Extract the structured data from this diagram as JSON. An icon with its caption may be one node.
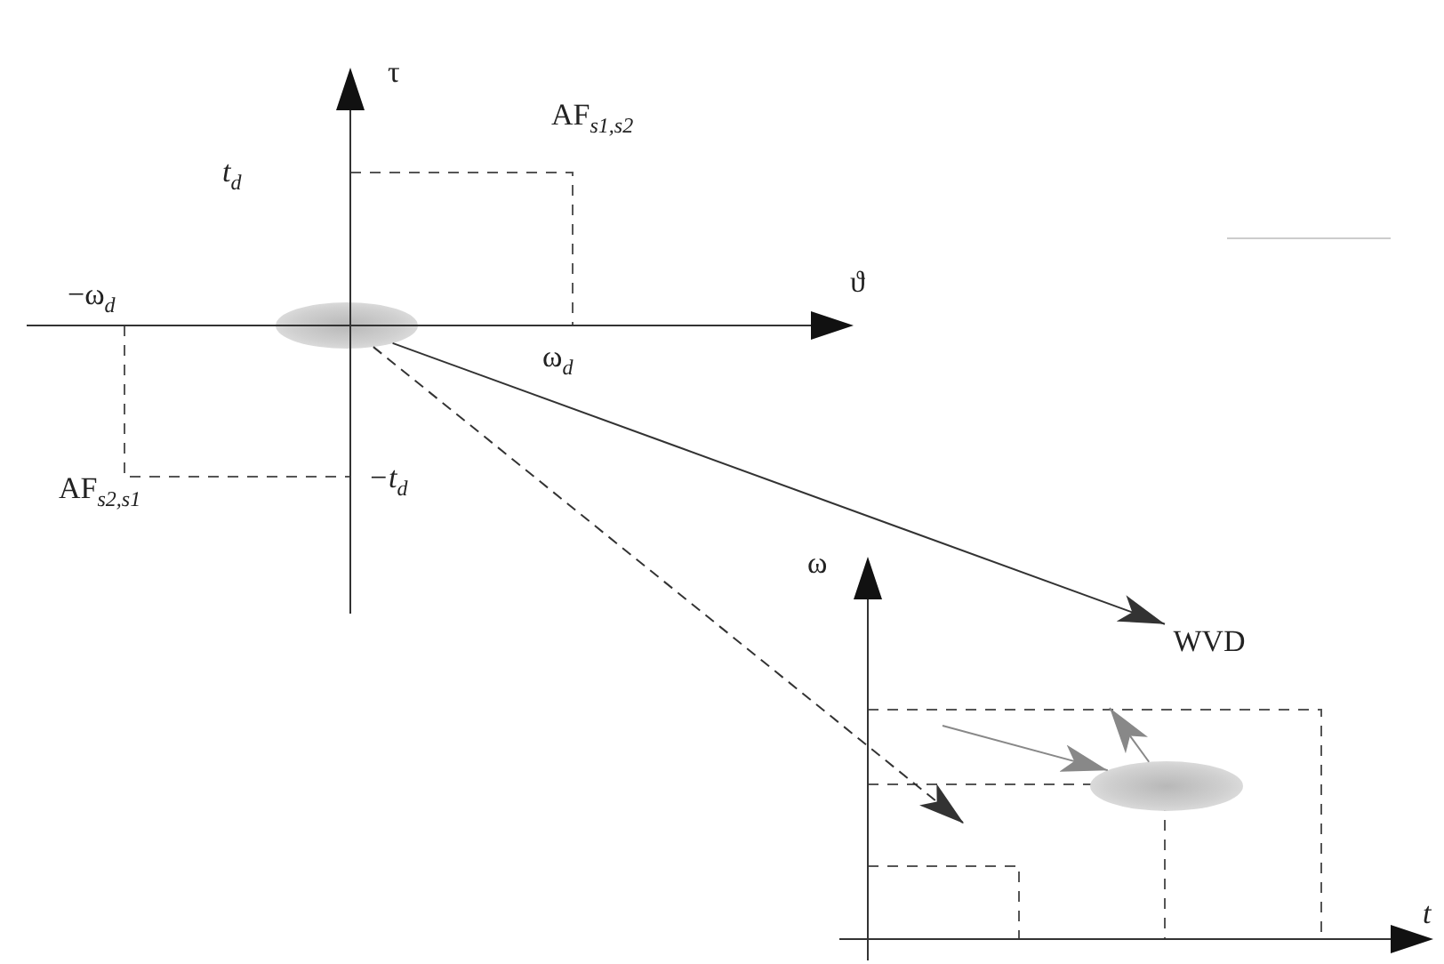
{
  "diagram": {
    "nodes": [
      {
        "text": [],
        "shape": "ellipse"
      },
      {
        "text": [],
        "shape": "ellipse"
      },
      {
        "text": [
          "WVD"
        ]
      }
    ],
    "edges": [
      {
        "from": 0,
        "to": 2,
        "arrow": "to"
      },
      {
        "from": 0,
        "to": null,
        "arrow": "to",
        "style": "dashed"
      },
      {
        "from": null,
        "to": 1,
        "arrow": "to",
        "color": "#888888"
      },
      {
        "from": 1,
        "to": null,
        "arrow": "to",
        "color": "#888888"
      }
    ],
    "labels": [
      "τ",
      "AF$_{s1,s2}$",
      "t$_{d}$",
      "ϑ",
      "−ω$_{d}$",
      "ω$_{d}$",
      "−t$_{d}$",
      "AF$_{s2,s1}$",
      "ω",
      "t"
    ]
  }
}
